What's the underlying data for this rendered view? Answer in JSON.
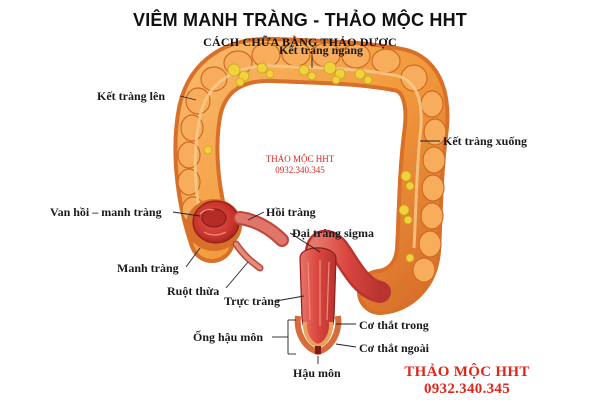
{
  "header": {
    "title": "VIÊM MANH TRÀNG - THẢO MỘC HHT",
    "subtitle": "CÁCH CHỮA BẰNG THẢO DƯỢC"
  },
  "labels": {
    "ket_trang_ngang": "Kết tràng ngang",
    "ket_trang_len": "Kết tràng lên",
    "ket_trang_xuong": "Kết tràng xuống",
    "van_hoi_manh_trang": "Van hồi – manh tràng",
    "hoi_trang": "Hồi tràng",
    "dai_trang_sigma": "Đại tràng sigma",
    "manh_trang": "Manh tràng",
    "ruot_thua": "Ruột thừa",
    "truc_trang": "Trực tràng",
    "co_that_trong": "Cơ thắt trong",
    "ong_hau_mon": "Ống hậu môn",
    "co_that_ngoai": "Cơ thắt ngoài",
    "hau_mon": "Hậu môn"
  },
  "watermarks": {
    "center_name": "THẢO MỘC HHT",
    "center_phone": "0932.340.345",
    "bottom_name": "THẢO MỘC HHT",
    "bottom_phone": "0932.340.345"
  },
  "colors": {
    "colon_orange": "#f29a3c",
    "colon_shadow": "#d9702a",
    "fat_yellow": "#f2d23c",
    "rectum_red": "#d9453e",
    "watermark_red": "#e0261b"
  }
}
